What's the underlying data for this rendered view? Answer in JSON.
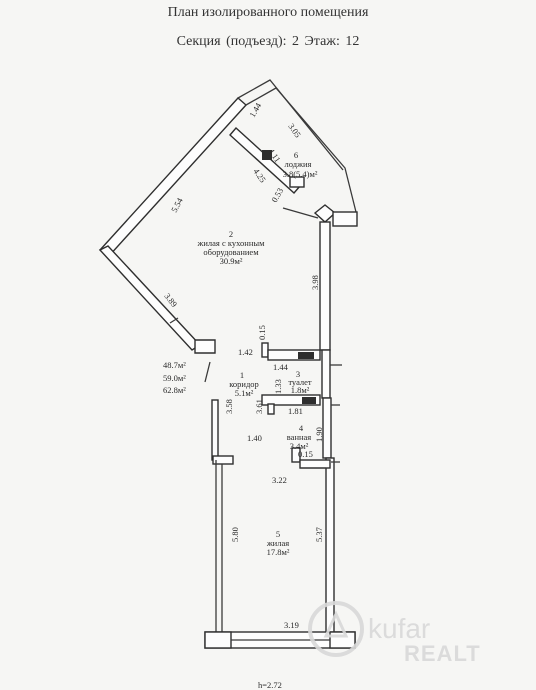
{
  "header": {
    "title": "План изолированного помещения",
    "section": "Секция (подъезд): 2    Этаж: 12"
  },
  "rooms": {
    "r6": {
      "num": "6",
      "name": "лоджия",
      "area": "3.8(5.4)м²"
    },
    "r2": {
      "num": "2",
      "name1": "жилая с кухонным",
      "name2": "оборудованием",
      "area": "30.9м²"
    },
    "r1": {
      "num": "1",
      "name": "коридор",
      "area": "5.1м²"
    },
    "r3": {
      "num": "3",
      "name": "туалет",
      "area": "1.8м²"
    },
    "r4": {
      "num": "4",
      "name": "ванная",
      "area": "3.4м²"
    },
    "r5": {
      "num": "5",
      "name": "жилая",
      "area": "17.8м²"
    }
  },
  "totals": {
    "a": "48.7м²",
    "b": "59.0м²",
    "c": "62.8м²"
  },
  "dimensions": {
    "d144top": "1.44",
    "d305": "3.05",
    "d411": "4.11",
    "d425": "4.25",
    "d053": "0.53",
    "d554": "5.54",
    "d398": "3.98",
    "d389": "3.89",
    "d015a": "0.15",
    "d142": "1.42",
    "d144b": "1.44",
    "d133": "1.33",
    "d358": "3.58",
    "d361": "3.61",
    "d181": "1.81",
    "d140": "1.40",
    "d190": "1.90",
    "d015b": "0.15",
    "d322": "3.22",
    "d580": "5.80",
    "d537": "5.37",
    "d319": "3.19",
    "height": "h=2.72"
  },
  "watermark": {
    "brand": "kufar",
    "sub": "REALT"
  }
}
